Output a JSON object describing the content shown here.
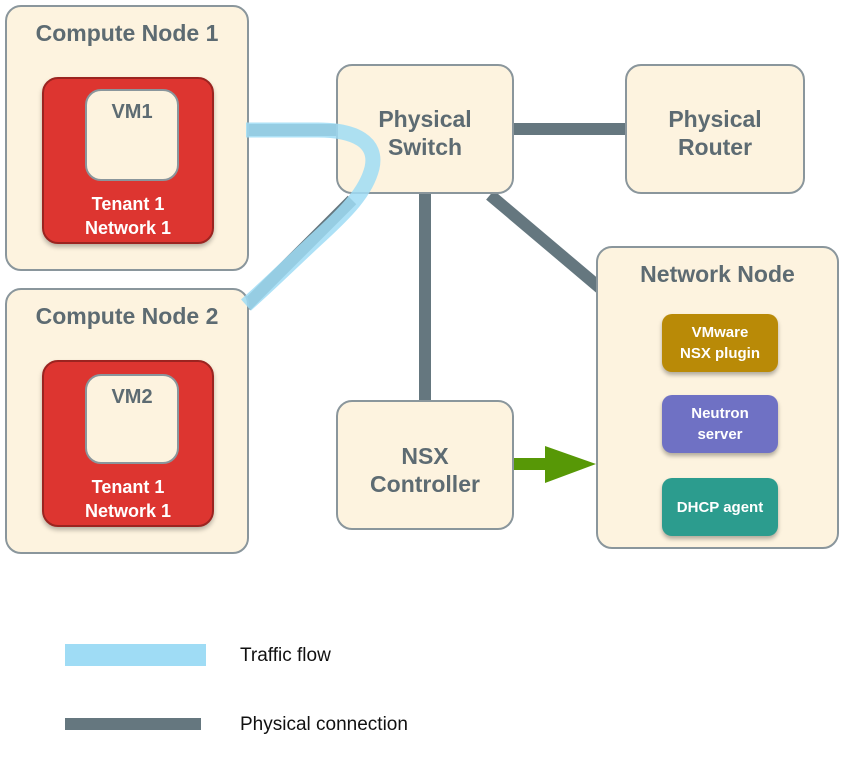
{
  "nodes": {
    "compute1": {
      "title": "Compute Node 1",
      "vm": "VM1",
      "tenant": "Tenant 1\nNetwork 1"
    },
    "compute2": {
      "title": "Compute Node 2",
      "vm": "VM2",
      "tenant": "Tenant 1\nNetwork 1"
    },
    "switch": {
      "title": "Physical\nSwitch"
    },
    "router": {
      "title": "Physical\nRouter"
    },
    "controller": {
      "title": "NSX\nController"
    },
    "network_node": {
      "title": "Network Node",
      "components": [
        {
          "label": "VMware\nNSX plugin",
          "color": "#b98a07"
        },
        {
          "label": "Neutron\nserver",
          "color": "#6f71c4"
        },
        {
          "label": "DHCP agent",
          "color": "#2c9c8e"
        }
      ]
    }
  },
  "colors": {
    "box_fill": "#fdf3df",
    "box_border": "#8a969c",
    "tenant": "#dd3530",
    "traffic_flow": "#9fdcf5",
    "physical_connection": "#65777f",
    "arrow": "#579806"
  },
  "legend": [
    {
      "label": "Traffic flow",
      "color": "#9fdcf5"
    },
    {
      "label": "Physical connection",
      "color": "#65777f"
    }
  ]
}
